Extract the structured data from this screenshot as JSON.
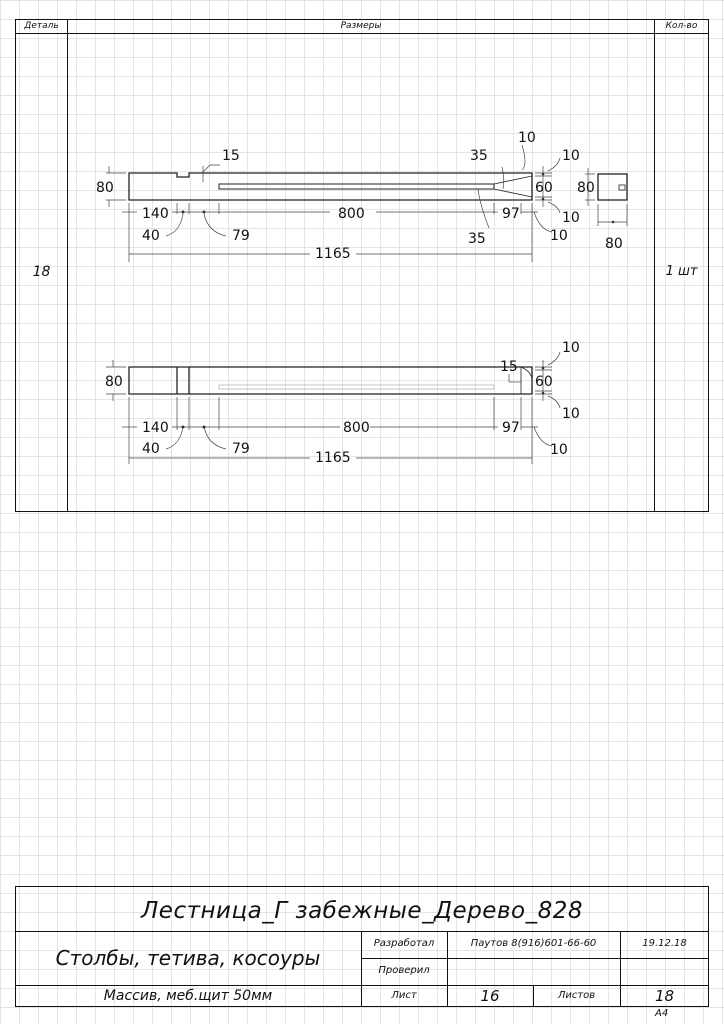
{
  "header": {
    "col_part": "Деталь",
    "col_dims": "Размеры",
    "col_qty": "Кол-во"
  },
  "part": {
    "number": "18",
    "quantity": "1 шт"
  },
  "drawing": {
    "top_view": {
      "labels": {
        "height": "80",
        "notch": "15",
        "seg_140": "140",
        "seg_40": "40",
        "seg_79": "79",
        "seg_800": "800",
        "seg_35_top": "35",
        "seg_35_bottom": "35",
        "seg_97": "97",
        "seg_10_top": "10",
        "seg_10_right_top": "10",
        "seg_60": "60",
        "seg_10_right_bottom": "10",
        "seg_10_end": "10",
        "total": "1165",
        "section_80_h": "80",
        "section_80_w": "80"
      }
    },
    "bottom_view": {
      "labels": {
        "height": "80",
        "seg_140": "140",
        "seg_40": "40",
        "seg_79": "79",
        "seg_800": "800",
        "seg_15": "15",
        "seg_97": "97",
        "seg_10_top": "10",
        "seg_60": "60",
        "seg_10_bottom": "10",
        "seg_10_end": "10",
        "total": "1165"
      }
    }
  },
  "title_block": {
    "project": "Лестница_Г забежные_Дерево_828",
    "sheet_title": "Столбы, тетива, косоуры",
    "material": "Массив, меб.щит 50мм",
    "developed_label": "Разработал",
    "developer": "Паутов 8(916)601-66-60",
    "date": "19.12.18",
    "checked_label": "Проверил",
    "sheet_label": "Лист",
    "sheet_number": "16",
    "sheets_label": "Листов",
    "sheets_total": "18",
    "format": "A4"
  }
}
